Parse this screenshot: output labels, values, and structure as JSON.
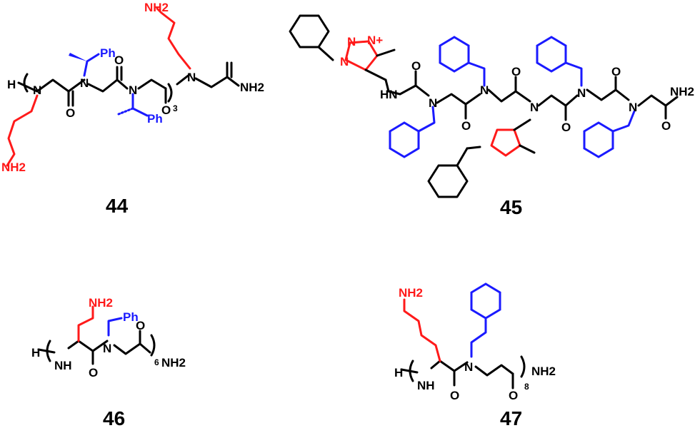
{
  "compounds": [
    {
      "id": "44",
      "label": "44",
      "atoms": {
        "h_end": "H",
        "n1": "N",
        "o1": "O",
        "n2": "N",
        "ph1": "Ph",
        "o2": "O",
        "n3": "N",
        "ph2": "Ph",
        "o3": "O",
        "repeat": "3",
        "n4": "N",
        "nh2_top": "NH2",
        "nh2_side": "NH2",
        "nh2_end": "NH2"
      }
    },
    {
      "id": "45",
      "label": "45",
      "atoms": {
        "nh": "HN",
        "n_triazole": "N",
        "n_triazole2": "N",
        "n_plus": "N+",
        "n_a": "N",
        "n_b": "N",
        "n_c": "N",
        "n_d": "N",
        "n_e": "N",
        "o_a": "O",
        "o_b": "O",
        "o_c": "O",
        "o_d": "O",
        "o_e": "O",
        "o_f": "O",
        "nh2": "NH2"
      }
    },
    {
      "id": "46",
      "label": "46",
      "atoms": {
        "h_end": "H",
        "nh": "NH",
        "n": "N",
        "o1": "O",
        "o2": "O",
        "ph": "Ph",
        "nh2_top": "NH2",
        "repeat": "6",
        "nh2_end": "NH2"
      }
    },
    {
      "id": "47",
      "label": "47",
      "atoms": {
        "h_end": "H",
        "nh": "NH",
        "n": "N",
        "o1": "O",
        "o2": "O",
        "nh2_top": "NH2",
        "repeat": "8",
        "nh2_end": "NH2"
      }
    }
  ],
  "colors": {
    "backbone": "#000000",
    "cationic_sidechain": "#ff1a1a",
    "aromatic_sidechain": "#1a1aff"
  }
}
